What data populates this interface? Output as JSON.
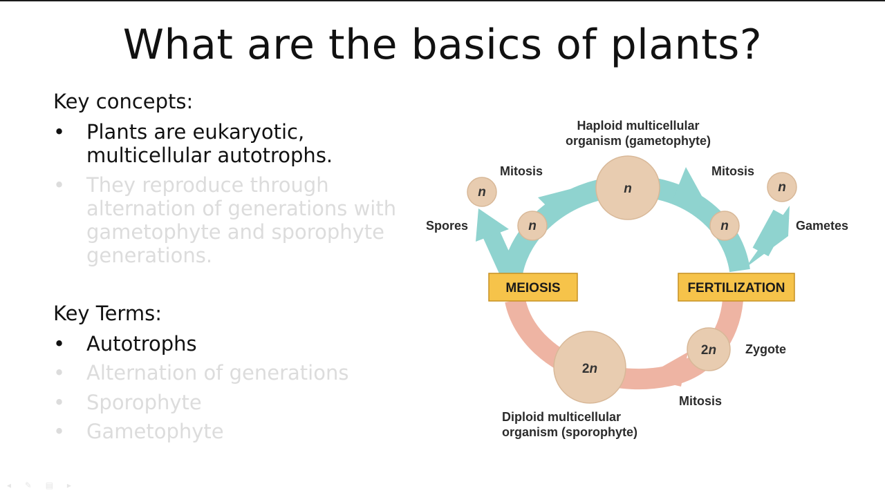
{
  "slide": {
    "title": "What are the basics of plants?",
    "key_concepts_heading": "Key concepts:",
    "concepts": [
      {
        "text": "Plants are eukaryotic, multicellular autotrophs.",
        "state": "active"
      },
      {
        "text": "They reproduce through alternation of generations with gametophyte and sporophyte generations.",
        "state": "dim"
      }
    ],
    "key_terms_heading": "Key Terms:",
    "terms": [
      {
        "text": "Autotrophs",
        "state": "active"
      },
      {
        "text": "Alternation of generations",
        "state": "dim"
      },
      {
        "text": "Sporophyte",
        "state": "dim"
      },
      {
        "text": "Gametophyte",
        "state": "dim"
      }
    ],
    "bullet_char": "•"
  },
  "diagram": {
    "haploid_label_1": "Haploid multicellular",
    "haploid_label_2": "organism (gametophyte)",
    "diploid_label_1": "Diploid multicellular",
    "diploid_label_2": "organism (sporophyte)",
    "mitosis": "Mitosis",
    "spores": "Spores",
    "gametes": "Gametes",
    "zygote": "Zygote",
    "meiosis": "MEIOSIS",
    "fertilization": "FERTILIZATION",
    "haploid": "n",
    "diploid_num": "2",
    "diploid_n": "n",
    "colors": {
      "haploid_arrow": "#8fd3cf",
      "diploid_arrow": "#eeb4a3",
      "cell_fill": "#e8ccb0",
      "box_fill": "#f6c34a",
      "box_stroke": "#c69022"
    }
  },
  "player_controls": "◂ ✎ ▤ ▸"
}
